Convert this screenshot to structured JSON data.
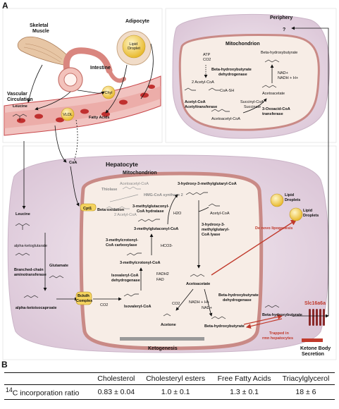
{
  "panel_a": {
    "letter": "A",
    "skeletal_muscle": "Skeletal\nMuscle",
    "intestine": "Intestine",
    "adipocyte": "Adipocyte",
    "lipid_droplet_adipocyte": "Lipid\nDroplet",
    "vascular_circulation": "Vascular\nCirculation",
    "leucine_vascular": "Leucine",
    "vldl": "VLDL",
    "chyl": "Chyl",
    "fatty_acids": "Fatty Acids",
    "periphery": "Periphery",
    "periphery_question": "?",
    "mitochondrion_periphery": "Mitochondrion",
    "atp_co2": "ATP\nCO2",
    "two_acetyl_coa": "2 Acetyl-CoA",
    "coa_sh": "CoA-SH",
    "acetyl_coa_acetyltransferase": "Acetyl-CoA\nAcetyltransferase",
    "acetoacetyl_coa_periphery": "Acetoacetyl-CoA",
    "succinyl_coa": "Succinyl-CoA",
    "succinate": "Succinate",
    "oxoacid_transferase": "3-Oxoacid-CoA\ntransferase",
    "acetoacetate_periphery": "Acetoacetate",
    "nad_plus": "NAD+",
    "nadh_h": "NADH + H+",
    "bhb_dehydrogenase_periphery": "Beta-hydroxybutyrate\ndehydrogenase",
    "bhb_periphery": "Beta-hydroxybutyrate",
    "hepatocyte": "Hepatocyte",
    "mitochondrion_hep": "Mitochondrion",
    "coa": "CoA",
    "cpt1": "Cpt1",
    "beta_oxidation": "Beta-oxidation",
    "leucine_hep": "Leucine",
    "alpha_ketoglutarate": "alpha-ketoglutarate",
    "bcat": "Branched-chain\naminotransferase",
    "glutamate": "Glutamate",
    "alpha_ketoisocaproate": "alpha-ketoisocaproate",
    "bckdh": "Bckdh\nComplex",
    "isovaleryl_coa": "Isovaleryl-CoA",
    "isovaleryl_dehydrogenase": "Isovaleryl-CoA\ndehydrogenase",
    "fad": "FAD",
    "fadh2": "FADH2",
    "methylcrotonyl_coa": "3-methylcrotonyl-CoA",
    "methylcrotonyl_carboxylase": "3-methylcrotonyl-\nCoA carboxylase",
    "hco3": "HCO3-",
    "methylglutaconyl_coa": "3-methylglutaconyl-CoA",
    "methylglutaconyl_hydratase": "3-methylglutaconyl-\nCoA hydratase",
    "h2o": "H2O",
    "thiolase": "Thiolase",
    "acetoacetyl_coa_hep": "Acetoacetyl-CoA",
    "hmg_coa_synthase": "HMG-CoA synthase 2",
    "two_acetyl_coa_hep": "2 Acetyl-CoA",
    "hmg_coa": "3-hydroxy-3-methylglutaryl-CoA",
    "acetyl_coa_hep": "Acetyl-CoA",
    "hmg_coa_lyase": "3-hydroxy-3-\nmethylglutaryl-\nCoA lyase",
    "acetoacetate_hep": "Acetoacetate",
    "de_novo_lipogenesis": "De novo lipogenesis",
    "lipid_droplets_1": "Lipid\nDroplets",
    "lipid_droplets_2": "Lipid\nDroplets",
    "acetone": "Acetone",
    "co2": "CO2",
    "bhb_dehydrogenase_hep": "Beta-hydroxybutyrate\ndehydrogenase",
    "bhb_hep": "Beta-hydroxybutyrate",
    "bhb_out": "Beta-hydroxybutyrate",
    "trapped": "Trapped in\nrmn hepatocytes",
    "slc16a6a": "Slc16a6a",
    "ketogenesis": "Ketogenesis",
    "ketone_body_secretion": "Ketone Body\nSecretion"
  },
  "panel_b": {
    "letter": "B",
    "columns": [
      "",
      "Cholesterol",
      "Cholesteryl esters",
      "Free Fatty Acids",
      "Triacylglycerol"
    ],
    "rows": [
      {
        "label_sup": "14",
        "label_rest": "C incorporation ratio",
        "values": [
          "0.83 ± 0.04",
          "1.0 ± 0.1",
          "1.3 ± 0.1",
          "18 ± 6"
        ]
      }
    ]
  },
  "colors": {
    "vessel": "#c8474a",
    "vessel_light": "#f0c9c7",
    "cell_fill": "#eadbe6",
    "cell_stroke": "#c6b3c4",
    "mito_stroke": "#c98a86",
    "mito_fill": "#f7ede6",
    "lipid": "#f4d35e",
    "accent_red": "#c0392b"
  }
}
